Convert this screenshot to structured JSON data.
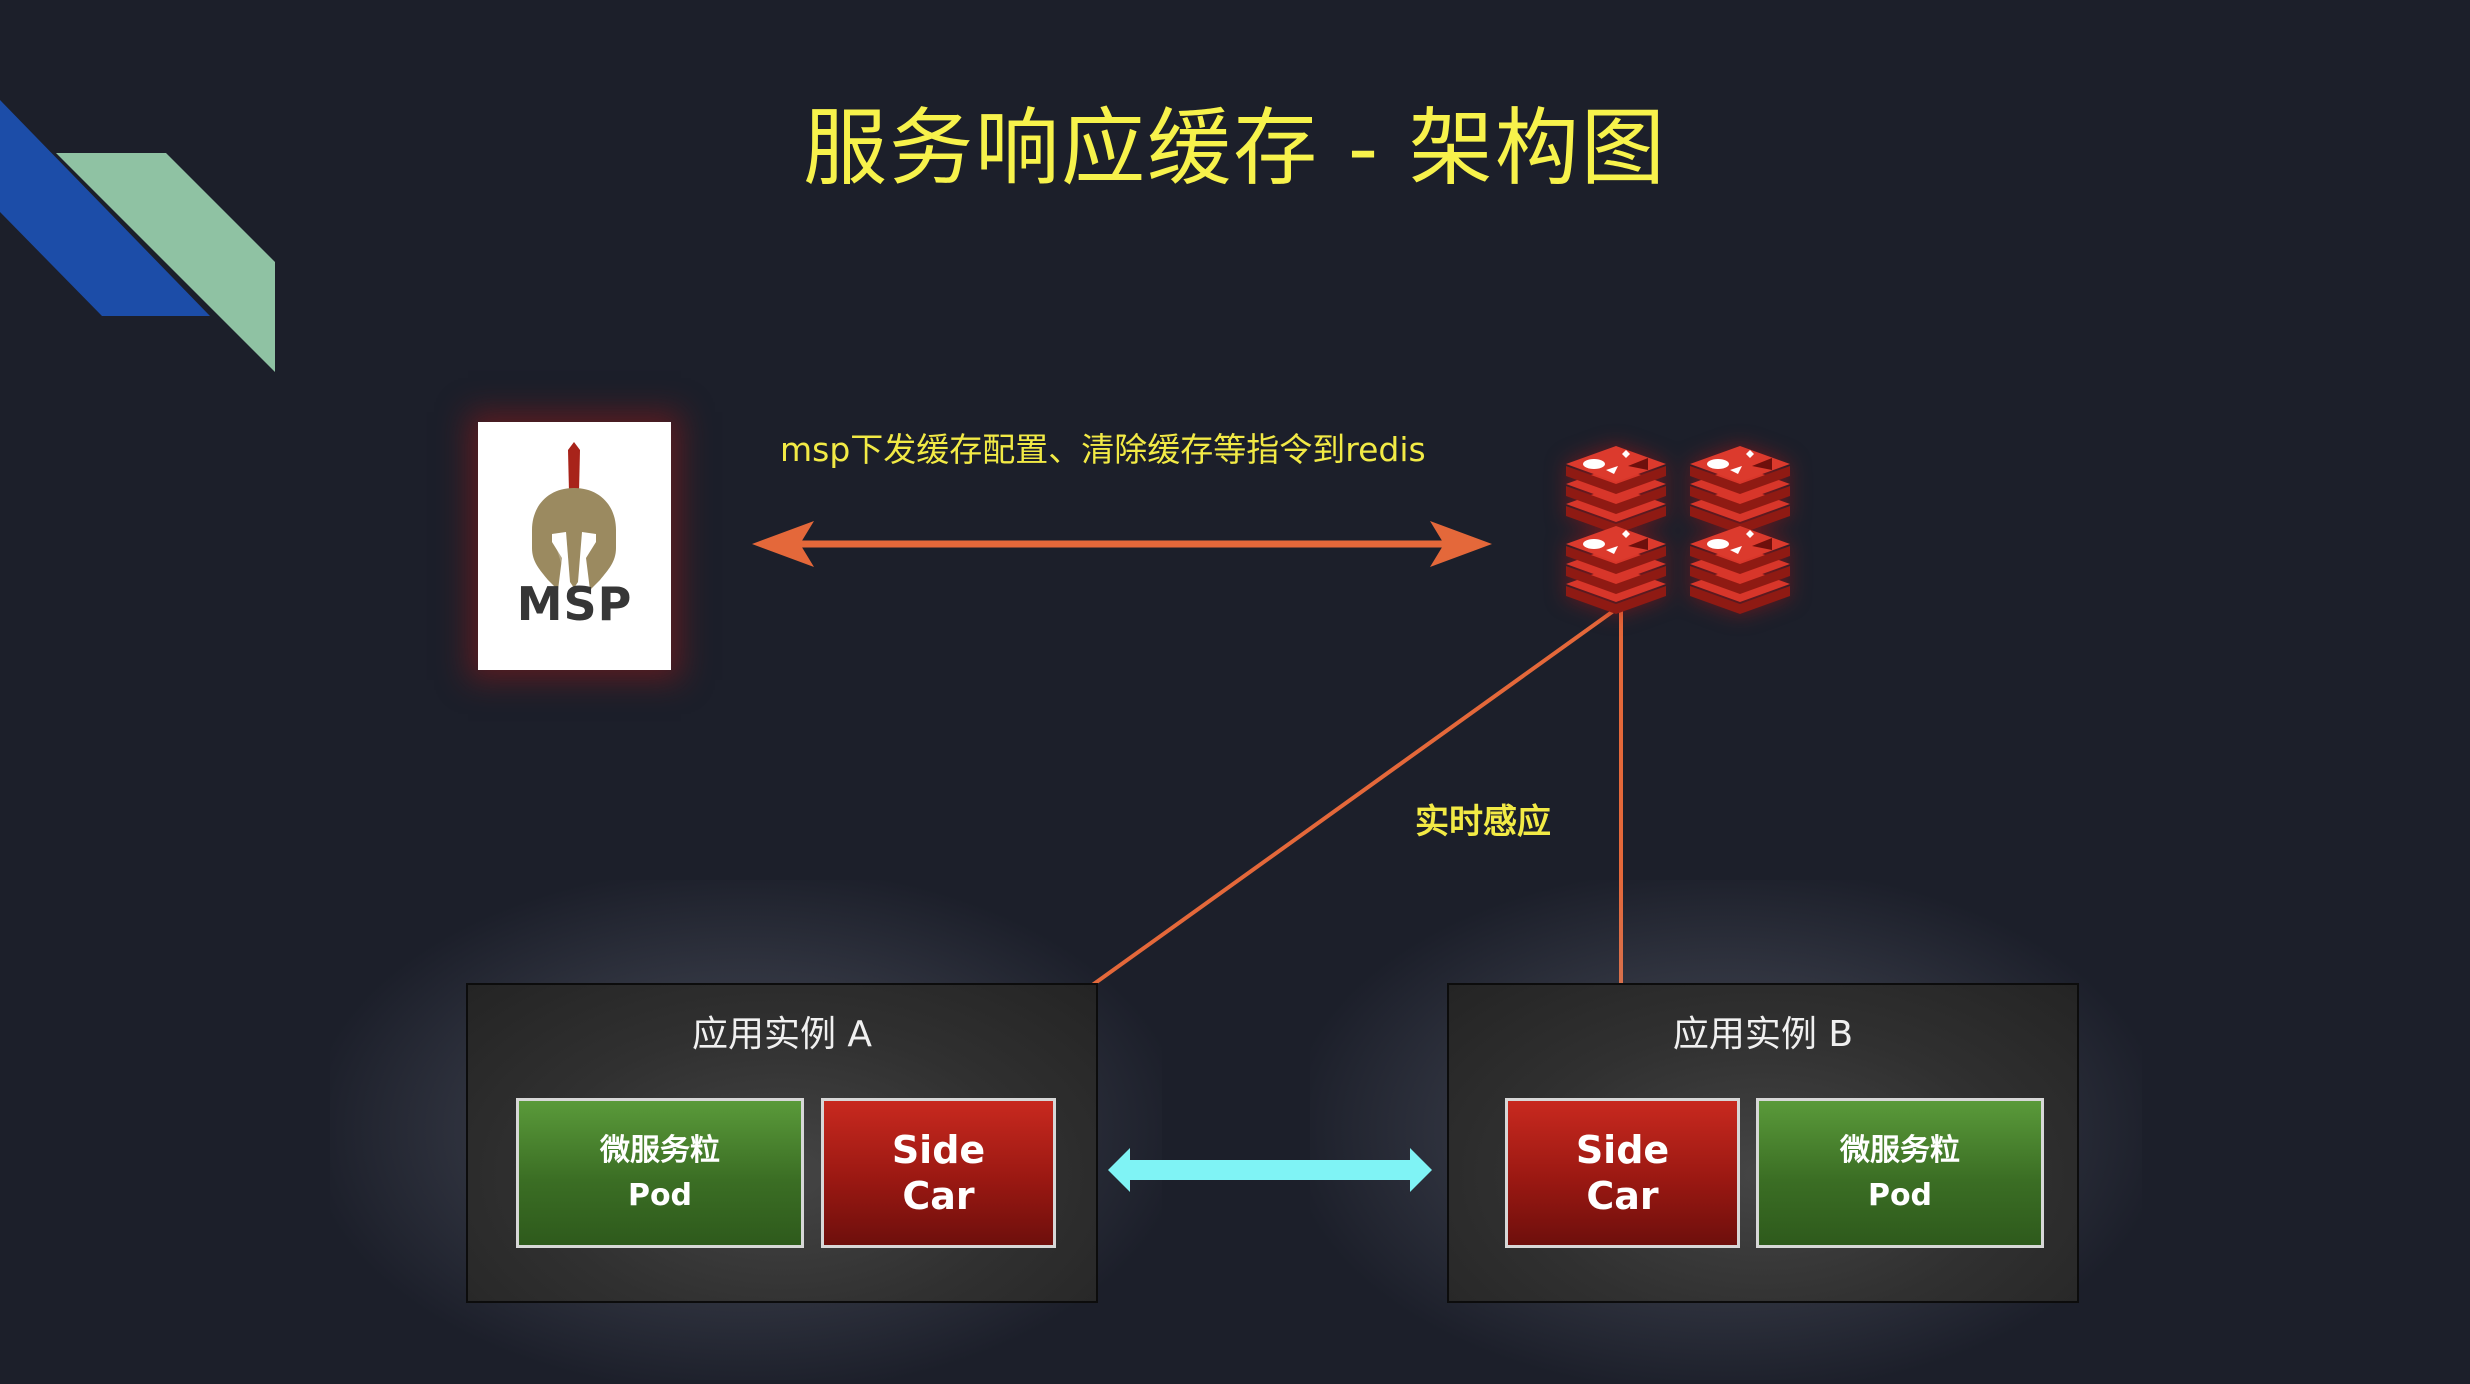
{
  "title": "服务响应缓存 - 架构图",
  "msp": {
    "logo_text": "MSP"
  },
  "labels": {
    "msp_to_redis": "msp下发缓存配置、清除缓存等指令到redis",
    "realtime": "实时感应"
  },
  "instances": [
    {
      "title": "应用实例 A",
      "pod_line1": "微服务粒",
      "pod_line2": "Pod",
      "sidecar_line1": "Side",
      "sidecar_line2": "Car"
    },
    {
      "title": "应用实例 B",
      "pod_line1": "微服务粒",
      "pod_line2": "Pod",
      "sidecar_line1": "Side",
      "sidecar_line2": "Car"
    }
  ],
  "colors": {
    "background": "#1c1f2a",
    "title": "#f7f24b",
    "label": "#f2ea45",
    "connector_orange": "#e4683a",
    "connector_cyan": "#7ff3f5",
    "redis_red": "#c8291f",
    "pod_green": "#3b6e24",
    "deco_blue": "#1c4da8",
    "deco_green": "#8fc2a3"
  },
  "icons": {
    "msp_logo": "spartan-helmet-icon",
    "redis_cluster": "redis-stack-icon"
  }
}
